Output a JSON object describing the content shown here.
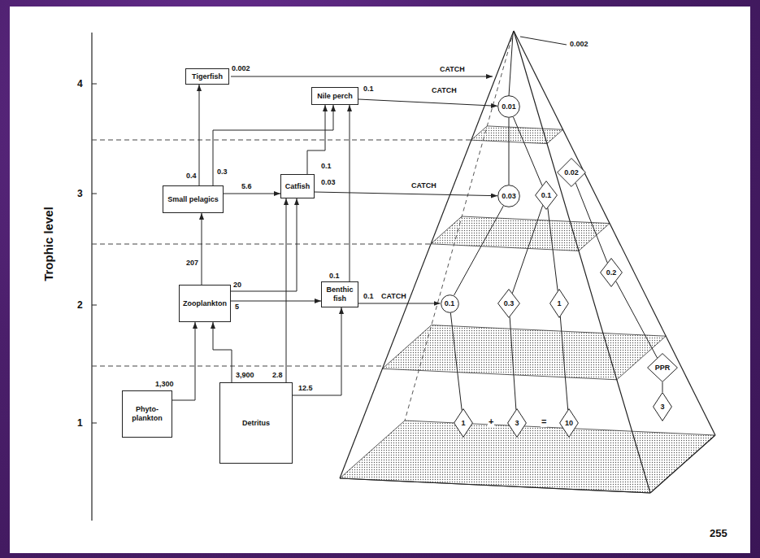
{
  "diagram": {
    "nodes": [
      {
        "text": [
          "Tigerfish"
        ]
      },
      {
        "text": [
          "Nile perch"
        ]
      },
      {
        "text": [
          "Small pelagics"
        ]
      },
      {
        "text": [
          "Catfish"
        ]
      },
      {
        "text": [
          "Zooplankton"
        ]
      },
      {
        "text": [
          "Benthic fish"
        ]
      },
      {
        "text": [
          "Phyto- plankton"
        ]
      },
      {
        "text": [
          "Detritus"
        ]
      },
      {
        "text": [
          "0.01"
        ]
      },
      {
        "text": [
          "0.03"
        ]
      },
      {
        "text": [
          "0.1"
        ]
      },
      {
        "text": [
          "0.02"
        ]
      },
      {
        "text": [
          "0.1"
        ]
      },
      {
        "text": [
          "0.3"
        ]
      },
      {
        "text": [
          "1"
        ]
      },
      {
        "text": [
          "0.2"
        ]
      },
      {
        "text": [
          "1"
        ]
      },
      {
        "text": [
          "3"
        ]
      },
      {
        "text": [
          "10"
        ]
      },
      {
        "text": [
          "PPR"
        ]
      },
      {
        "text": [
          "3"
        ]
      }
    ],
    "edges": [
      {
        "from": 6,
        "to": 4,
        "label": "1,300",
        "arrow": "to"
      },
      {
        "from": 7,
        "to": 4,
        "label": "3,900",
        "arrow": "to"
      },
      {
        "from": 4,
        "to": 2,
        "label": "207",
        "arrow": "to"
      },
      {
        "from": 4,
        "to": 3,
        "label": "20",
        "arrow": "to"
      },
      {
        "from": 4,
        "to": 5,
        "label": "5",
        "arrow": "to"
      },
      {
        "from": 2,
        "to": 0,
        "label": "0.4",
        "arrow": "to"
      },
      {
        "from": 2,
        "to": 1,
        "label": "0.3",
        "arrow": "to"
      },
      {
        "from": 2,
        "to": 3,
        "label": "5.6",
        "arrow": "to"
      },
      {
        "from": 3,
        "to": 1,
        "label": "0.1",
        "arrow": "to"
      },
      {
        "from": 5,
        "to": 1,
        "label": "0.1",
        "arrow": "to"
      },
      {
        "from": 7,
        "to": 3,
        "label": "2.8",
        "arrow": "to"
      },
      {
        "from": 7,
        "to": 5,
        "label": "12.5",
        "arrow": "to"
      },
      {
        "from": 1,
        "to": 8,
        "label": "CATCH",
        "arrow": "to"
      },
      {
        "from": 3,
        "to": 9,
        "label": "CATCH",
        "arrow": "to"
      },
      {
        "from": 5,
        "to": 12,
        "label": "CATCH",
        "arrow": "to"
      },
      {
        "from": 16,
        "to": 12,
        "arrow": "none"
      },
      {
        "from": 17,
        "to": 13,
        "arrow": "none"
      },
      {
        "from": 18,
        "to": 14,
        "arrow": "none"
      },
      {
        "from": 12,
        "to": 9,
        "arrow": "none"
      },
      {
        "from": 13,
        "to": 10,
        "arrow": "none"
      },
      {
        "from": 14,
        "to": 10,
        "arrow": "none"
      },
      {
        "from": 9,
        "to": 8,
        "arrow": "none"
      },
      {
        "from": 10,
        "to": 8,
        "arrow": "none"
      },
      {
        "from": 15,
        "to": 11,
        "arrow": "none"
      },
      {
        "from": 19,
        "to": 15,
        "arrow": "none"
      },
      {
        "from": 20,
        "to": 19,
        "arrow": "none"
      }
    ],
    "labels": [
      "Trophic level",
      "4",
      "3",
      "2",
      "1",
      "0.002",
      "CATCH",
      "0.002",
      "0.1",
      "0.03",
      "0.1",
      "+",
      "=",
      "255"
    ]
  }
}
